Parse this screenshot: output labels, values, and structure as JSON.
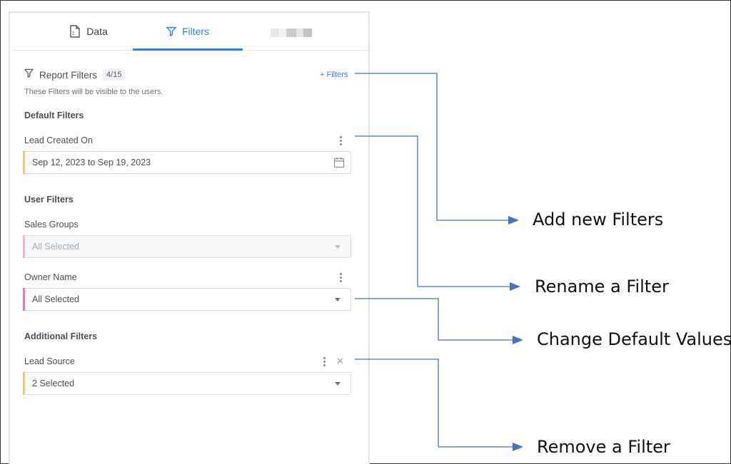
{
  "tabs": [
    {
      "label": "Data",
      "icon": "report-data-icon"
    },
    {
      "label": "Filters",
      "icon": "funnel-icon",
      "active": true
    }
  ],
  "header": {
    "title": "Report Filters",
    "count": "4/15",
    "add_button": "+ Filters",
    "hint": "These Filters will be visible to the users."
  },
  "default_filters": {
    "title": "Default Filters",
    "lead_created_on": {
      "label": "Lead Created On",
      "value": "Sep 12, 2023 to Sep 19, 2023"
    }
  },
  "user_filters": {
    "title": "User Filters",
    "sales_groups": {
      "label": "Sales Groups",
      "value": "All Selected"
    },
    "owner_name": {
      "label": "Owner Name",
      "value": "All Selected"
    }
  },
  "additional_filters": {
    "title": "Additional Filters",
    "lead_source": {
      "label": "Lead Source",
      "value": "2 Selected"
    }
  },
  "callouts": {
    "add": "Add new Filters",
    "rename": "Rename a Filter",
    "change": "Change Default Values",
    "remove": "Remove a Filter"
  },
  "colors": {
    "accent_blue": "#2f80ed",
    "date_accent": "#f5c86b",
    "user_accent": "#e879b9",
    "additional_accent": "#f5c86b",
    "arrow": "#4472c4"
  }
}
